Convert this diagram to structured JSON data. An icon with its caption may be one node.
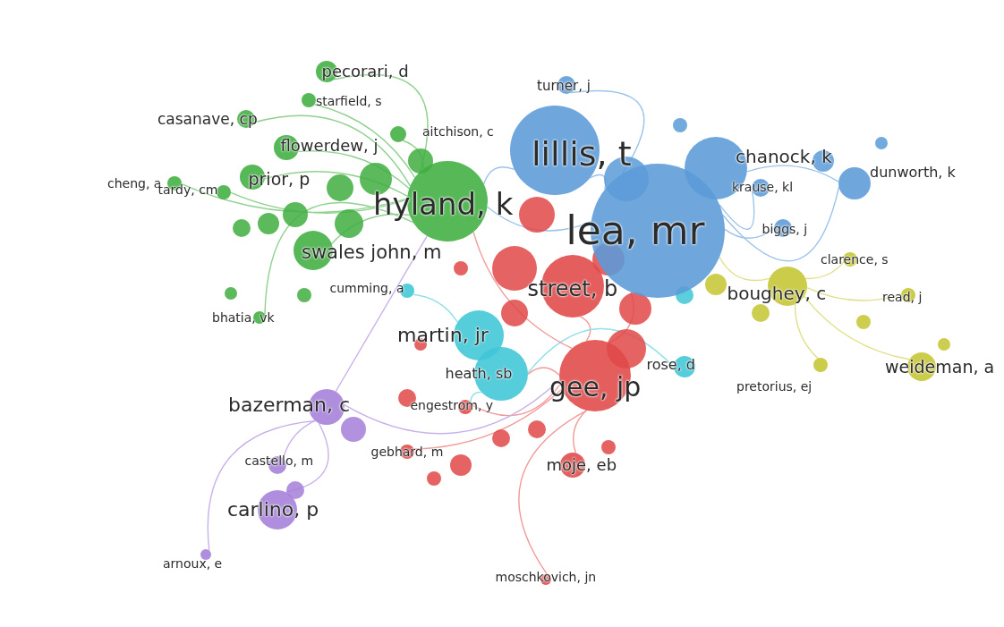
{
  "diagram": {
    "nodes": [
      {
        "text": [
          "pecorari, d"
        ]
      },
      {
        "text": [
          "starfield, s"
        ]
      },
      {
        "text": [
          "casanave, cp"
        ]
      },
      {
        "text": [
          "aitchison, c"
        ]
      },
      {
        "text": [
          "flowerdew, j"
        ]
      },
      {
        "text": [
          "cheng, a"
        ]
      },
      {
        "text": [
          "prior, p"
        ]
      },
      {
        "text": [
          "tardy, cm"
        ]
      },
      {
        "text": [
          "hyland, k"
        ]
      },
      {
        "text": [
          "swales john, m"
        ]
      },
      {
        "text": [
          "cumming, a"
        ]
      },
      {
        "text": [
          "bhatia, vk"
        ]
      },
      {
        "text": [
          "lillis, t"
        ]
      },
      {
        "text": [
          "turner, j"
        ]
      },
      {
        "text": [
          "chanock, k"
        ]
      },
      {
        "text": [
          "dunworth, k"
        ]
      },
      {
        "text": [
          "krause, kl"
        ]
      },
      {
        "text": [
          "lea, mr"
        ]
      },
      {
        "text": [
          "biggs, j"
        ]
      },
      {
        "text": [
          "street, b"
        ]
      },
      {
        "text": [
          "martin, jr"
        ]
      },
      {
        "text": [
          "clarence, s"
        ]
      },
      {
        "text": [
          "boughey, c"
        ]
      },
      {
        "text": [
          "read, j"
        ]
      },
      {
        "text": [
          "heath, sb"
        ]
      },
      {
        "text": [
          "rose, d"
        ]
      },
      {
        "text": [
          "gee, jp"
        ]
      },
      {
        "text": [
          "weideman, a"
        ]
      },
      {
        "text": [
          "pretorius, ej"
        ]
      },
      {
        "text": [
          "bazerman, c"
        ]
      },
      {
        "text": [
          "engestrom, y"
        ]
      },
      {
        "text": [
          "castello, m"
        ]
      },
      {
        "text": [
          "gebhard, m"
        ]
      },
      {
        "text": [
          "moje, eb"
        ]
      },
      {
        "text": [
          "carlino, p"
        ]
      },
      {
        "text": [
          "arnoux, e"
        ]
      },
      {
        "text": [
          "moschkovich, jn"
        ]
      }
    ],
    "edges": [
      {
        "from": 8,
        "to": 0,
        "arrow": "none",
        "color": "#8fd18f"
      },
      {
        "from": 8,
        "to": 1,
        "arrow": "none",
        "color": "#8fd18f"
      },
      {
        "from": 8,
        "to": 2,
        "arrow": "none",
        "color": "#8fd18f"
      },
      {
        "from": 8,
        "to": 3,
        "arrow": "none",
        "color": "#8fd18f"
      },
      {
        "from": 8,
        "to": 4,
        "arrow": "none",
        "color": "#8fd18f"
      },
      {
        "from": 8,
        "to": 5,
        "arrow": "none",
        "color": "#8fd18f"
      },
      {
        "from": 8,
        "to": 6,
        "arrow": "none",
        "color": "#8fd18f"
      },
      {
        "from": 8,
        "to": 7,
        "arrow": "none",
        "color": "#8fd18f"
      },
      {
        "from": 8,
        "to": 9,
        "arrow": "none",
        "color": "#8fd18f"
      },
      {
        "from": 8,
        "to": 11,
        "arrow": "none",
        "color": "#8fd18f"
      },
      {
        "from": 17,
        "to": 12,
        "arrow": "none",
        "color": "#9cc3ea"
      },
      {
        "from": 17,
        "to": 13,
        "arrow": "none",
        "color": "#9cc3ea"
      },
      {
        "from": 14,
        "to": 15,
        "arrow": "none",
        "color": "#9cc3ea"
      },
      {
        "from": 17,
        "to": 15,
        "arrow": "none",
        "color": "#9cc3ea"
      },
      {
        "from": 17,
        "to": 16,
        "arrow": "none",
        "color": "#9cc3ea"
      },
      {
        "from": 17,
        "to": 18,
        "arrow": "none",
        "color": "#9cc3ea"
      },
      {
        "from": 26,
        "to": 19,
        "arrow": "none",
        "color": "#f29a9a"
      },
      {
        "from": 26,
        "to": 30,
        "arrow": "none",
        "color": "#f29a9a"
      },
      {
        "from": 26,
        "to": 32,
        "arrow": "none",
        "color": "#f29a9a"
      },
      {
        "from": 26,
        "to": 33,
        "arrow": "none",
        "color": "#f29a9a"
      },
      {
        "from": 26,
        "to": 36,
        "arrow": "none",
        "color": "#f29a9a"
      },
      {
        "from": 20,
        "to": 10,
        "arrow": "none",
        "color": "#8fe0e8"
      },
      {
        "from": 24,
        "to": 25,
        "arrow": "none",
        "color": "#8fe0e8"
      },
      {
        "from": 24,
        "to": 30,
        "arrow": "none",
        "color": "#8fe0e8"
      },
      {
        "from": 22,
        "to": 21,
        "arrow": "none",
        "color": "#e0e08a"
      },
      {
        "from": 22,
        "to": 23,
        "arrow": "none",
        "color": "#e0e08a"
      },
      {
        "from": 22,
        "to": 27,
        "arrow": "none",
        "color": "#e0e08a"
      },
      {
        "from": 22,
        "to": 28,
        "arrow": "none",
        "color": "#e0e08a"
      },
      {
        "from": 29,
        "to": 31,
        "arrow": "none",
        "color": "#c8b0ea"
      },
      {
        "from": 29,
        "to": 34,
        "arrow": "none",
        "color": "#c8b0ea"
      },
      {
        "from": 29,
        "to": 35,
        "arrow": "none",
        "color": "#c8b0ea"
      },
      {
        "from": 8,
        "to": 17,
        "arrow": "none",
        "color": "#9cc3ea"
      },
      {
        "from": 8,
        "to": 26,
        "arrow": "none",
        "color": "#f29a9a"
      },
      {
        "from": 17,
        "to": 26,
        "arrow": "none",
        "color": "#f29a9a"
      },
      {
        "from": 17,
        "to": 22,
        "arrow": "none",
        "color": "#e0e08a"
      },
      {
        "from": 26,
        "to": 24,
        "arrow": "none",
        "color": "#f29a9a"
      },
      {
        "from": 29,
        "to": 26,
        "arrow": "none",
        "color": "#c8b0ea"
      },
      {
        "from": 29,
        "to": 8,
        "arrow": "none",
        "color": "#c8b0ea"
      },
      {
        "from": 12,
        "to": 8,
        "arrow": "none",
        "color": "#9cc3ea"
      }
    ]
  }
}
